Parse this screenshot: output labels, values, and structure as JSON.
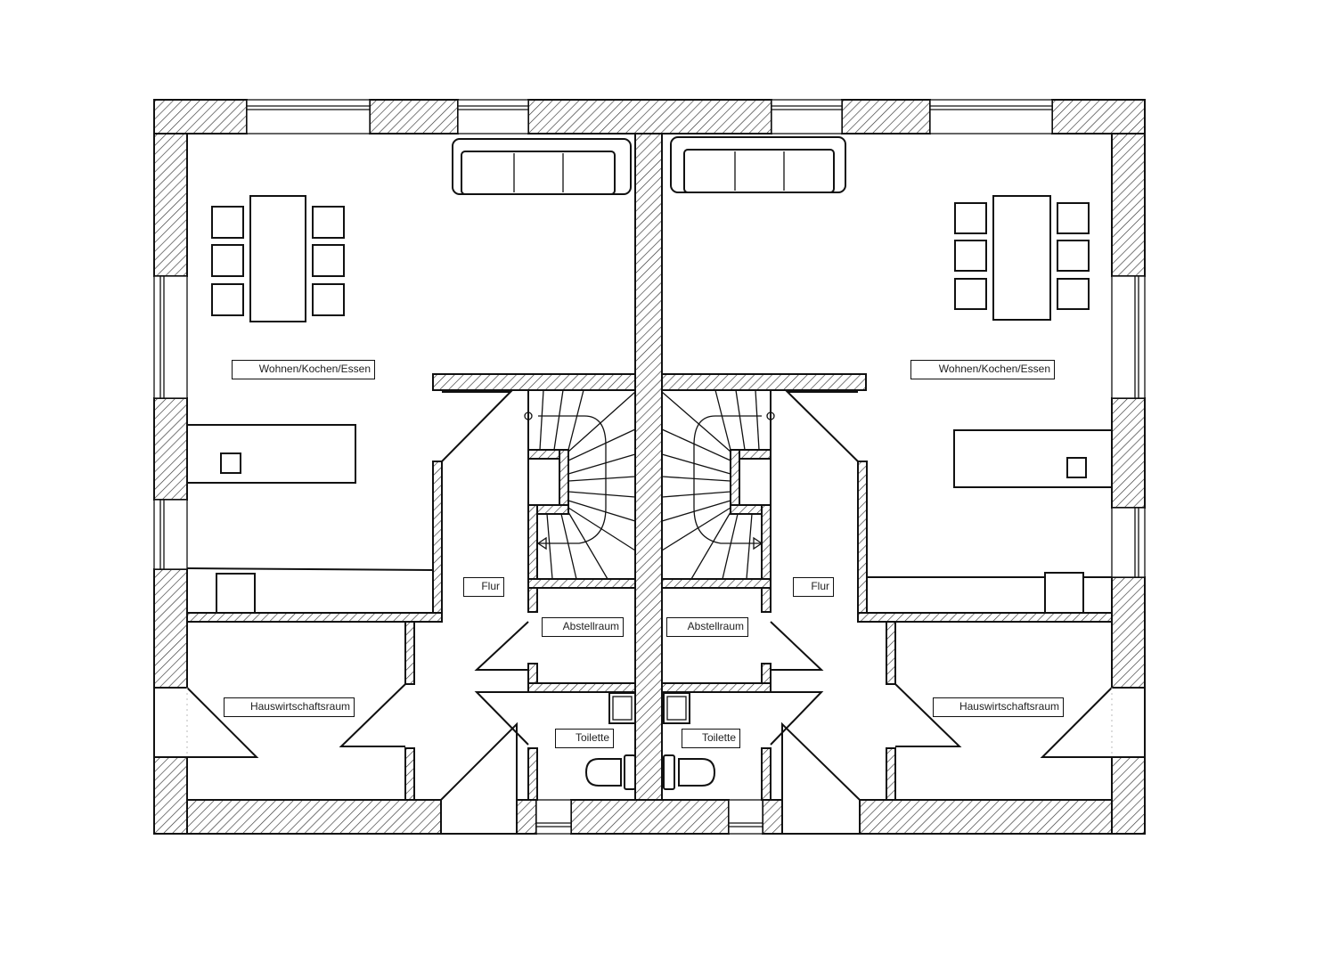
{
  "drawing": {
    "type": "floor-plan",
    "description": "Semi-detached house ground floor (Doppelhaus Erdgeschoss), mirrored units",
    "colors": {
      "line": "#111111",
      "background": "#ffffff",
      "hatch": "#111111"
    }
  },
  "units": [
    {
      "side": "left",
      "rooms": {
        "living": "Wohnen/Kochen/Essen",
        "hall": "Flur",
        "storage": "Abstellraum",
        "utility": "Hauswirtschaftsraum",
        "toilet": "Toilette"
      },
      "furniture": [
        "dining-table",
        "chair",
        "chair",
        "chair",
        "chair",
        "chair",
        "chair",
        "sofa",
        "kitchen-island",
        "kitchen-counter",
        "staircase",
        "toilet",
        "sink"
      ]
    },
    {
      "side": "right",
      "rooms": {
        "living": "Wohnen/Kochen/Essen",
        "hall": "Flur",
        "storage": "Abstellraum",
        "utility": "Hauswirtschaftsraum",
        "toilet": "Toilette"
      },
      "furniture": [
        "dining-table",
        "chair",
        "chair",
        "chair",
        "chair",
        "chair",
        "chair",
        "sofa",
        "kitchen-island",
        "kitchen-counter",
        "staircase",
        "toilet",
        "sink"
      ]
    }
  ]
}
